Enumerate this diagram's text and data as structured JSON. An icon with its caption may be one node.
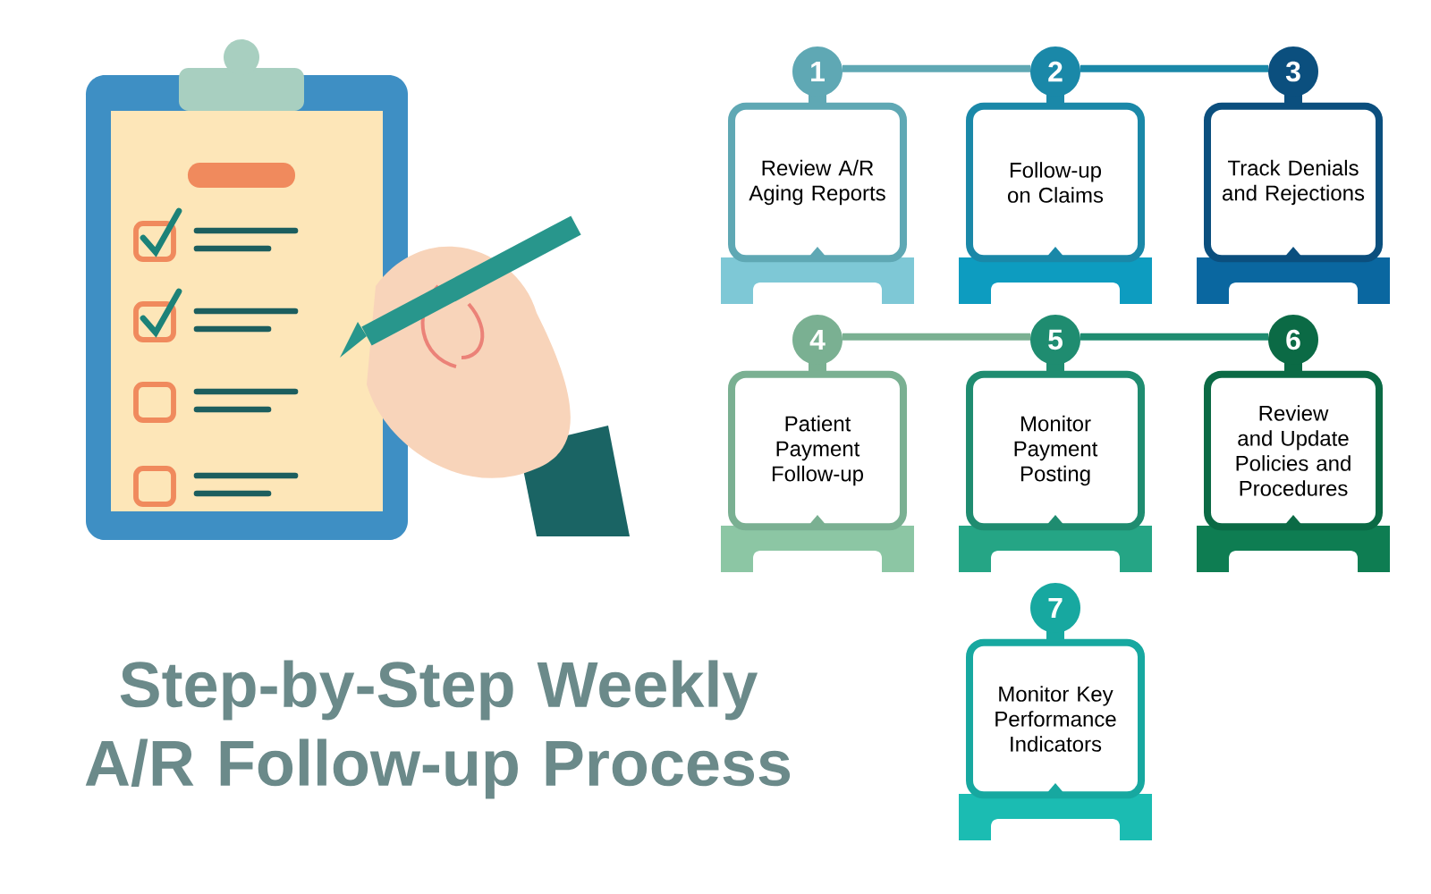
{
  "diagram": {
    "title": "Step-by-Step Weekly A/R Follow-up Process",
    "nodes": [
      {
        "text": [
          "1",
          "Review A/R Aging Reports"
        ]
      },
      {
        "text": [
          "2",
          "Follow-up on Claims"
        ]
      },
      {
        "text": [
          "3",
          "Track Denials and Rejections"
        ]
      },
      {
        "text": [
          "4",
          "Patient Payment Follow-up"
        ]
      },
      {
        "text": [
          "5",
          "Monitor Payment Posting"
        ]
      },
      {
        "text": [
          "6",
          "Review and Update Policies and Procedures"
        ]
      },
      {
        "text": [
          "7",
          "Monitor Key Performance Indicators"
        ]
      }
    ],
    "edges": [
      {
        "from": 0,
        "to": 1,
        "arrow": "none"
      },
      {
        "from": 1,
        "to": 2,
        "arrow": "none"
      },
      {
        "from": 3,
        "to": 4,
        "arrow": "none"
      },
      {
        "from": 4,
        "to": 5,
        "arrow": "none"
      }
    ]
  }
}
